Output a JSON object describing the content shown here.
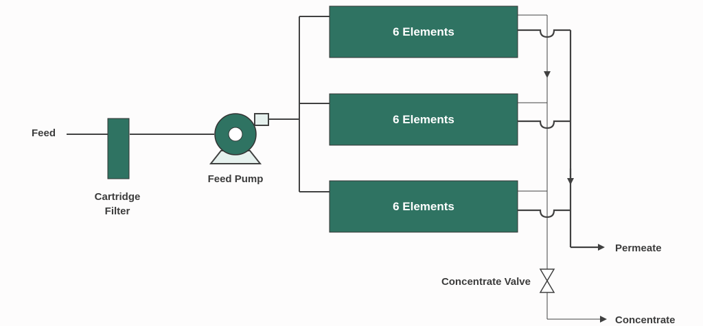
{
  "labels": {
    "feed": "Feed",
    "cartridge_filter_line1": "Cartridge",
    "cartridge_filter_line2": "Filter",
    "feed_pump": "Feed Pump",
    "concentrate_valve": "Concentrate Valve",
    "permeate": "Permeate",
    "concentrate": "Concentrate"
  },
  "vessels": [
    {
      "label": "6 Elements"
    },
    {
      "label": "6 Elements"
    },
    {
      "label": "6 Elements"
    }
  ],
  "colors": {
    "vessel_fill": "#2f7362",
    "line": "#404040",
    "pump_fill": "#2f7362",
    "pump_outlet_fill": "#e6f1ee",
    "background": "#fdfcfc"
  }
}
